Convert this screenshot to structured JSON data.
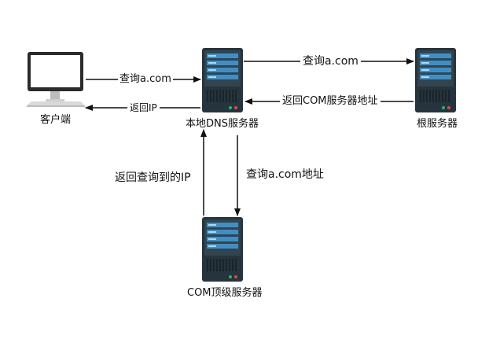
{
  "nodes": {
    "client": {
      "label": "客户端"
    },
    "local_dns": {
      "label": "本地DNS服务器"
    },
    "root": {
      "label": "根服务器"
    },
    "com_tld": {
      "label": "COM顶级服务器"
    }
  },
  "edges": {
    "client_to_local": "查询a.com",
    "local_to_client": "返回IP",
    "local_to_root": "查询a.com",
    "root_to_local": "返回COM服务器地址",
    "local_to_com": "查询a.com地址",
    "com_to_local": "返回查询到的IP"
  },
  "colors": {
    "server_body": "#2b3a44",
    "server_panel": "#3d8fc9",
    "server_slot": "#9fd3f0",
    "led_green": "#29b36a",
    "led_red": "#e04646",
    "arrow": "#111111"
  }
}
